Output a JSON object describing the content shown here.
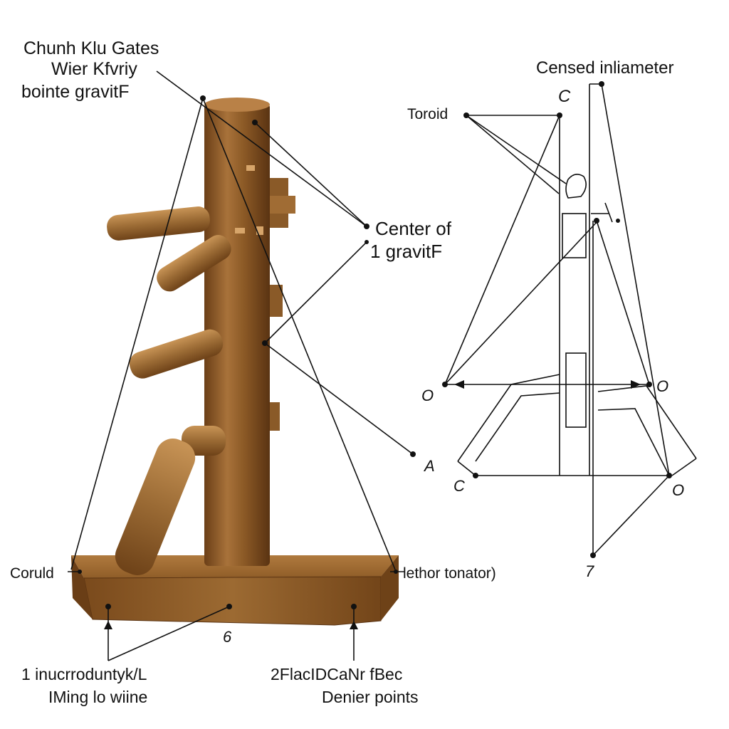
{
  "labels": {
    "top_left_1": "Chunh Klu Gates",
    "top_left_2": "Wier Kfvriy",
    "top_left_3": "bointe gravitF",
    "center_of_1": "Center of",
    "center_of_2": "1 gravitF",
    "coruld": "Coruld",
    "lethor_tonator": "lethor tonator)",
    "bottom_center_num": "6",
    "bottom_left_1": "1 inucrroduntyk/L",
    "bottom_left_2": "IMing lo wiine",
    "bottom_right_1": "2FlacIDCaNr fBec",
    "bottom_right_2": "Denier points",
    "censed_title": "Censed inliameter",
    "toroid": "Toroid",
    "letter_c_top": "C",
    "letter_o_left": "O",
    "letter_o_right": "O",
    "letter_a": "A",
    "letter_c_bottom": "C",
    "letter_o_bottom": "O",
    "num_7": "7"
  },
  "colors": {
    "wood_dark": "#6b3f17",
    "wood_mid": "#9a6a34",
    "wood_light": "#c08a4c",
    "line": "#111111",
    "background": "#ffffff"
  }
}
